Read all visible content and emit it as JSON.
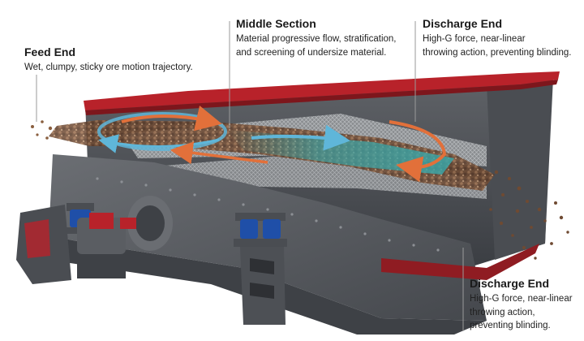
{
  "callouts": {
    "feed_end": {
      "title": "Feed End",
      "desc_lines": [
        "Wet, clumpy, sticky ore motion trajectory."
      ]
    },
    "middle_section": {
      "title": "Middle Section",
      "desc_lines": [
        "Material progressive flow, stratification,",
        "and screening of undersize material."
      ]
    },
    "discharge_end_top": {
      "title": "Discharge End",
      "desc_lines": [
        "High-G force, near-linear",
        "throwing action, preventing blinding."
      ]
    },
    "discharge_end_bottom": {
      "title": "Discharge End",
      "desc_lines": [
        "High-G force, near-linear",
        "throwing action,",
        "preventing blinding."
      ]
    }
  },
  "colors": {
    "frame_gray": "#5b5e63",
    "frame_dark": "#3e4146",
    "red_rail": "#b8222a",
    "blue_spring": "#1f4fa8",
    "ore_brown": "#7a5236",
    "flow_arrow_orange": "#e2703a",
    "flow_arrow_blue": "#5fb6d9",
    "flow_band_teal": "#3aa6a8"
  },
  "icons": {
    "feed_arrow": "circular-arrow-icon",
    "discharge_arrow": "curved-arrow-icon",
    "motor": "motor-icon"
  }
}
